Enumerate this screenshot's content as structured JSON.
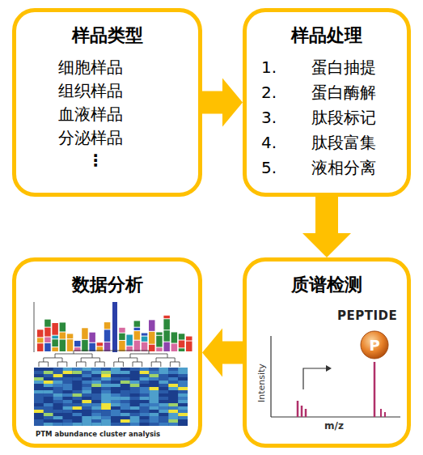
{
  "diagram": {
    "nodes": [
      {
        "text": [
          "样品类型",
          "细胞样品",
          "组织样品",
          "血液样品",
          "分泌样品",
          "⋮"
        ]
      },
      {
        "text": [
          "样品处理",
          "1.",
          "蛋白抽提",
          "2.",
          "蛋白酶解",
          "3.",
          "肽段标记",
          "4.",
          "肽段富集",
          "5.",
          "液相分离"
        ]
      },
      {
        "text": [
          "质谱检测"
        ]
      },
      {
        "text": [
          "数据分析"
        ]
      }
    ],
    "edges": [
      {
        "from": 0,
        "to": 1,
        "arrow": "to"
      },
      {
        "from": 1,
        "to": 2,
        "arrow": "to"
      },
      {
        "from": 2,
        "to": 3,
        "arrow": "to"
      }
    ],
    "labels": [
      "PEPTIDE",
      "P",
      "Intensity",
      "m/z",
      "PTM abundance cluster analysis"
    ]
  }
}
